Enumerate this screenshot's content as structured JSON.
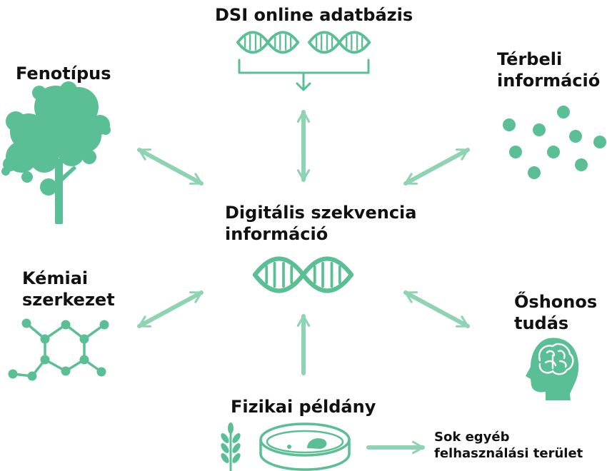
{
  "nodes": {
    "dsi_db": {
      "label": "DSI online adatbázis"
    },
    "phenotype": {
      "label": "Fenotípus"
    },
    "spatial": {
      "label_line1": "Térbeli",
      "label_line2": "információ"
    },
    "center": {
      "label_line1": "Digitális szekvencia",
      "label_line2": "információ"
    },
    "chemical": {
      "label_line1": "Kémiai",
      "label_line2": "szerkezet"
    },
    "indigenous": {
      "label_line1": "Őshonos",
      "label_line2": "tudás"
    },
    "physical": {
      "label": "Fizikai példány"
    },
    "other_uses": {
      "label_line1": "Sok egyéb",
      "label_line2": "felhasználási terület"
    }
  },
  "colors": {
    "icon": "#5bbf95",
    "arrow": "#8ed3b2",
    "text": "#111111",
    "background": "#ffffff"
  },
  "icons": [
    "dna-icon",
    "tree-icon",
    "dots-icon",
    "molecule-icon",
    "head-brain-icon",
    "plant-sprig-icon",
    "petri-dish-icon"
  ]
}
